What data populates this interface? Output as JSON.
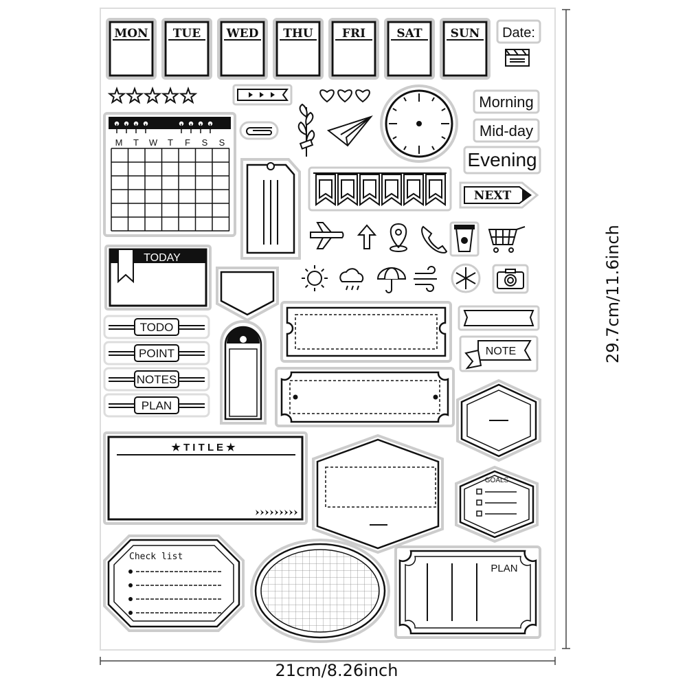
{
  "days": [
    "MON",
    "TUE",
    "WED",
    "THU",
    "FRI",
    "SAT",
    "SUN"
  ],
  "date_label": "Date:",
  "calendar_weekdays": [
    "M",
    "T",
    "W",
    "T",
    "F",
    "S",
    "S"
  ],
  "time_labels": [
    "Morning",
    "Mid-day",
    "Evening"
  ],
  "next_label": "NEXT",
  "today_label": "TODAY",
  "note_label": "NOTE",
  "tab_labels": [
    "TODO",
    "POINT",
    "NOTES",
    "PLAN"
  ],
  "title_banner": "★ T I T L E ★",
  "goals_label": "GOALS",
  "checklist_label": "Check list",
  "plan_label": "PLAN",
  "dimensions": {
    "width": "21cm/8.26inch",
    "height": "29.7cm/11.6inch"
  },
  "colors": {
    "ink": "#111111",
    "sheet": "#ffffff",
    "shadow": "#c8c8c8"
  }
}
